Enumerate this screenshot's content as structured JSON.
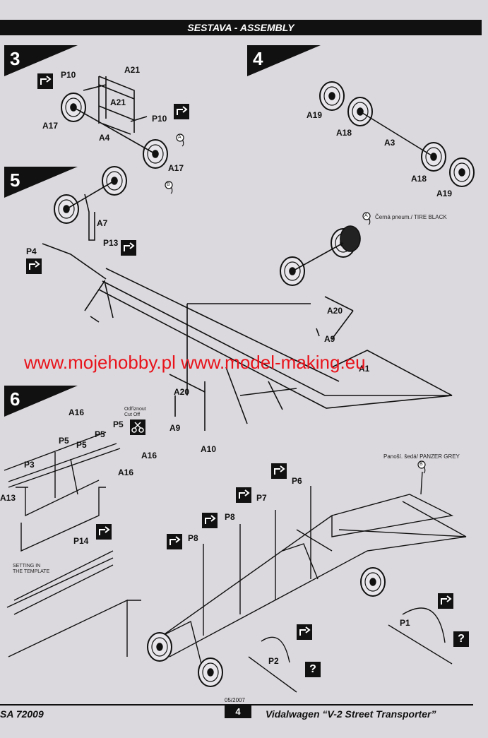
{
  "header": {
    "title": "SESTAVA - ASSEMBLY"
  },
  "steps": [
    "3",
    "4",
    "5",
    "6"
  ],
  "labels": {
    "p10_a": "P10",
    "a21_a": "A21",
    "a21_b": "A21",
    "a17_a": "A17",
    "a4": "A4",
    "p10_b": "P10",
    "a17_b": "A17",
    "paint_a_1": "A",
    "paint_b_1": "B",
    "a19_a": "A19",
    "a18_a": "A18",
    "a3": "A3",
    "a18_b": "A18",
    "a19_b": "A19",
    "a7": "A7",
    "p13": "P13",
    "p4": "P4",
    "paint_a_2": "A",
    "a20_a": "A20",
    "a9_a": "A9",
    "a_cut": "A1",
    "a20_b": "A20",
    "a9_b": "A9",
    "a10": "A10",
    "a16_a": "A16",
    "p5_a": "P5",
    "p5_b": "P5",
    "p5_c": "P5",
    "p5_d": "P5",
    "p3": "P3",
    "a16_b": "A16",
    "a16_c": "A16",
    "a13": "A13",
    "p14": "P14",
    "p6": "P6",
    "p7": "P7",
    "p8_a": "P8",
    "p8_b": "P8",
    "paint_b_2": "B",
    "p1": "P1",
    "p2": "P2"
  },
  "notes": {
    "tire_black": "Černá pneum./ TIRE BLACK",
    "cut_off": "Odříznout\nCut Off",
    "panzer_grey": "Panoší. šedá/ PANZER GREY",
    "setting_template": "SETTING IN\nTHE TEMPLATE"
  },
  "watermark": "www.mojehobby.pl www.model-making.eu",
  "footer": {
    "code": "SA 72009",
    "date": "05/2007",
    "page": "4",
    "title": "Vidalwagen “V-2 Street Transporter”"
  },
  "qmark": "?"
}
